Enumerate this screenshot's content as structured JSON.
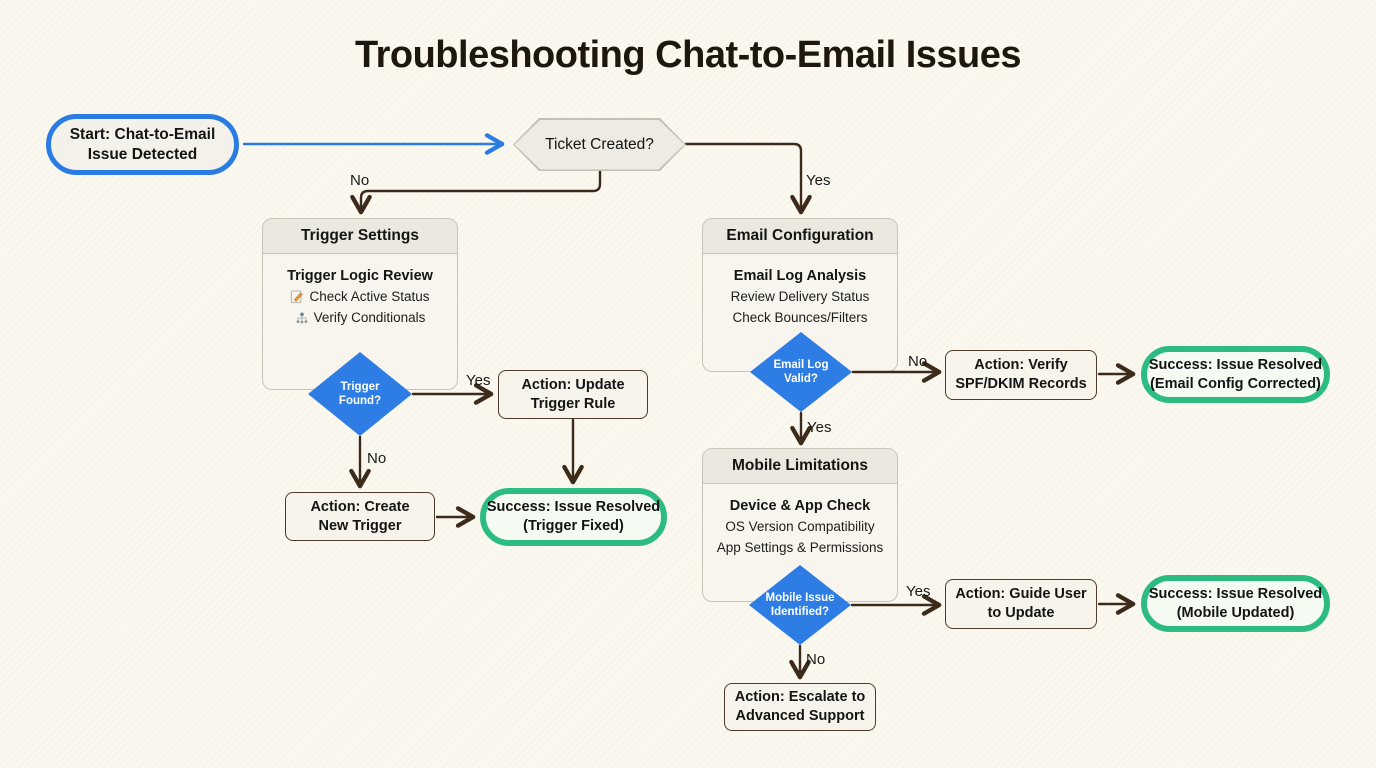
{
  "title": "Troubleshooting Chat-to-Email Issues",
  "colors": {
    "background": "#faf8ef",
    "accent_blue": "#2a7ce2",
    "accent_green": "#2cbc82",
    "edge_dark": "#3c2a1a",
    "diamond_blue": "#2e7de4"
  },
  "nodes": {
    "start": "Start: Chat-to-Email\nIssue Detected",
    "ticket_created": "Ticket Created?",
    "trigger_group": {
      "title": "Trigger Settings",
      "subtitle": "Trigger Logic Review",
      "items": [
        {
          "icon": "memo-icon",
          "label": "Check Active Status"
        },
        {
          "icon": "hierarchy-icon",
          "label": "Verify Conditionals"
        }
      ],
      "decision": "Trigger\nFound?"
    },
    "email_group": {
      "title": "Email Configuration",
      "subtitle": "Email Log Analysis",
      "items": [
        {
          "label": "Review Delivery Status"
        },
        {
          "label": "Check Bounces/Filters"
        }
      ],
      "decision": "Email Log\nValid?"
    },
    "mobile_group": {
      "title": "Mobile Limitations",
      "subtitle": "Device & App Check",
      "items": [
        {
          "label": "OS Version Compatibility"
        },
        {
          "label": "App Settings & Permissions"
        }
      ],
      "decision": "Mobile Issue\nIdentified?"
    },
    "action_update_trigger": "Action: Update\nTrigger Rule",
    "action_create_trigger": "Action: Create\nNew Trigger",
    "action_verify_spf": "Action: Verify\nSPF/DKIM Records",
    "action_guide_user": "Action: Guide User\nto Update",
    "action_escalate": "Action: Escalate to\nAdvanced Support",
    "success_trigger": "Success: Issue Resolved\n(Trigger Fixed)",
    "success_email": "Success: Issue Resolved\n(Email Config Corrected)",
    "success_mobile": "Success: Issue Resolved\n(Mobile Updated)"
  },
  "edge_labels": {
    "ticket_no": "No",
    "ticket_yes": "Yes",
    "trigger_yes": "Yes",
    "trigger_no": "No",
    "email_no": "No",
    "email_yes": "Yes",
    "mobile_yes": "Yes",
    "mobile_no": "No"
  }
}
